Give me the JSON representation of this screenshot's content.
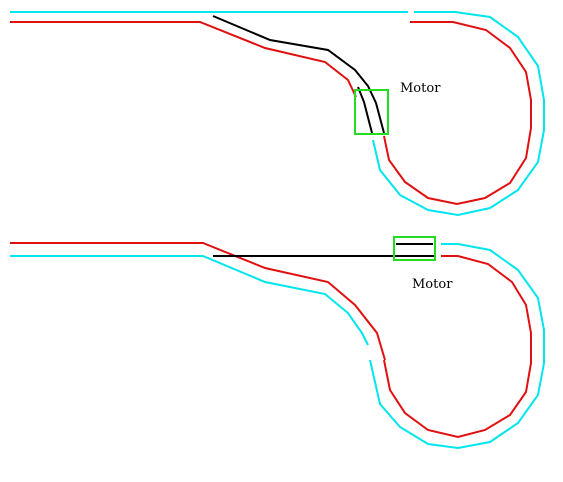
{
  "colors": {
    "background": "#ffffff",
    "rail_outer": "#00e5ee",
    "rail_inner": "#e01010",
    "link": "#000000",
    "motor_box": "#22dd22"
  },
  "diagrams": [
    {
      "id": "top",
      "motor_label": "Motor"
    },
    {
      "id": "bottom",
      "motor_label": "Motor"
    }
  ]
}
